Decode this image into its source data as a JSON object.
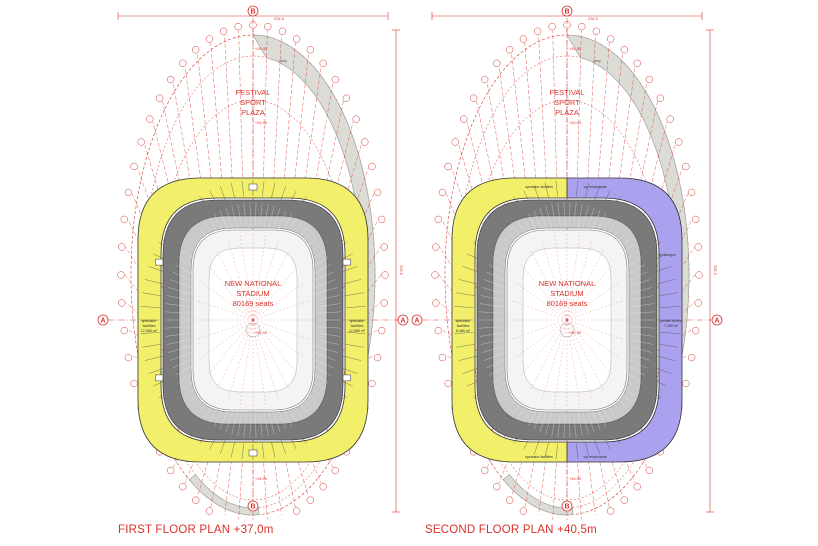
{
  "colors": {
    "accent_red": "#d8332b",
    "concourse_yellow": "#f2ef6a",
    "vip_purple": "#aaa2ee",
    "stand_dark": "#7a7a7a",
    "stand_light": "#c9c9c9",
    "ramp_grey": "#dcdcd6"
  },
  "plans": [
    {
      "caption": "FIRST FLOOR PLAN +37,0m",
      "plaza": [
        "FESTIVAL",
        "SPORT",
        "PLAZA"
      ],
      "plaza_level": "+34.00",
      "stadium": [
        "NEW NATIONAL",
        "STADIUM",
        "80169 seats"
      ],
      "grid_top": "B",
      "grid_bottom": "B",
      "grid_side": "A",
      "top_dimension": "234.0",
      "side_dimension": "335.0",
      "top_level": "+34.00",
      "bottom_level": "+34.00",
      "field_level": "+34.00",
      "ramp_label": "ramp",
      "left_label": [
        "spectator",
        "facilities",
        "12,080 m²"
      ],
      "right_label": [
        "spectator",
        "facilities",
        "12,080 m²"
      ]
    },
    {
      "caption": "SECOND FLOOR PLAN +40,5m",
      "plaza": [
        "FESTIVAL",
        "SPORT",
        "PLAZA"
      ],
      "plaza_level": "+34.00",
      "stadium": [
        "NEW NATIONAL",
        "STADIUM",
        "80169 seats"
      ],
      "grid_top": "B",
      "grid_bottom": "B",
      "grid_side": "A",
      "top_dimension": "234.0",
      "side_dimension": "335.0",
      "top_level": "+34.00",
      "bottom_level": "+34.00",
      "field_level": "+40.50",
      "ramp_label": "ramp",
      "left_label": [
        "spectator",
        "facilities",
        "8,480 m²"
      ],
      "right_label": [
        "private boxes",
        "7,285 m²"
      ],
      "top_left_label": "spectator facilities",
      "top_right_label": "vip restaurants",
      "bottom_left_label": "spectator facilities",
      "bottom_right_label": "vip restaurants",
      "lounge_label": "vip lounges"
    }
  ]
}
